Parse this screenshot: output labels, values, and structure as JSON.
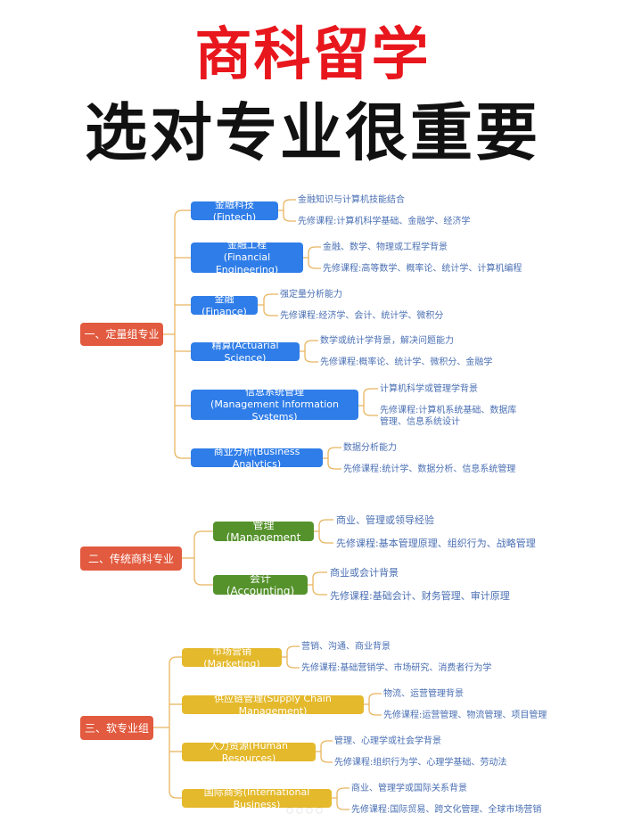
{
  "title": {
    "line1": "商科留学",
    "line2": "选对专业很重要"
  },
  "groups": [
    {
      "label": "一、定量组专业",
      "children": [
        {
          "label": "金融科技(Fintech)",
          "leaves": [
            "金融知识与计算机技能结合",
            "先修课程:计算机科学基础、金融学、经济学"
          ]
        },
        {
          "label_line1": "金融工程",
          "label_line2": "(Financial Engineering)",
          "leaves": [
            "金融、数学、物理或工程学背景",
            "先修课程:高等数学、概率论、统计学、计算机编程"
          ]
        },
        {
          "label": "金融(Finance)",
          "leaves": [
            "强定量分析能力",
            "先修课程:经济学、会计、统计学、微积分"
          ]
        },
        {
          "label": "精算(Actuarial Science)",
          "leaves": [
            "数学或统计学背景，解决问题能力",
            "先修课程:概率论、统计学、微积分、金融学"
          ]
        },
        {
          "label_line1": "信息系统管理",
          "label_line2": "(Management Information Systems)",
          "leaves": [
            "计算机科学或管理学背景",
            "先修课程:计算机系统基础、数据库管理、信息系统设计"
          ]
        },
        {
          "label": "商业分析(Business Analytics)",
          "leaves": [
            "数据分析能力",
            "先修课程:统计学、数据分析、信息系统管理"
          ]
        }
      ]
    },
    {
      "label": "二、传统商科专业",
      "children": [
        {
          "label": "管理(Management",
          "leaves": [
            "商业、管理或领导经验",
            "先修课程:基本管理原理、组织行为、战略管理"
          ]
        },
        {
          "label": "会计(Accounting)",
          "leaves": [
            "商业或会计背景",
            "先修课程:基础会计、财务管理、审计原理"
          ]
        }
      ]
    },
    {
      "label": "三、软专业组",
      "children": [
        {
          "label": "市场营销(Marketing)",
          "leaves": [
            "营销、沟通、商业背景",
            "先修课程:基础营销学、市场研究、消费者行为学"
          ]
        },
        {
          "label": "供应链管理(Supply Chain Management)",
          "leaves": [
            "物流、运营管理背景",
            "先修课程:运营管理、物流管理、项目管理"
          ]
        },
        {
          "label": "人力资源(Human Resources)",
          "leaves": [
            "管理、心理学或社会学背景",
            "先修课程:组织行为学、心理学基础、劳动法"
          ]
        },
        {
          "label": "国际商务(International Business)",
          "leaves": [
            "商业、管理学或国际关系背景",
            "先修课程:国际贸易、跨文化管理、全球市场营销"
          ]
        }
      ]
    }
  ],
  "colors": {
    "root": "#e25a3f",
    "group1": "#2f7de8",
    "group2": "#55922c",
    "group3": "#e4b92c",
    "connector": "#e8b560",
    "leaf_text": "#4a6fb3"
  }
}
